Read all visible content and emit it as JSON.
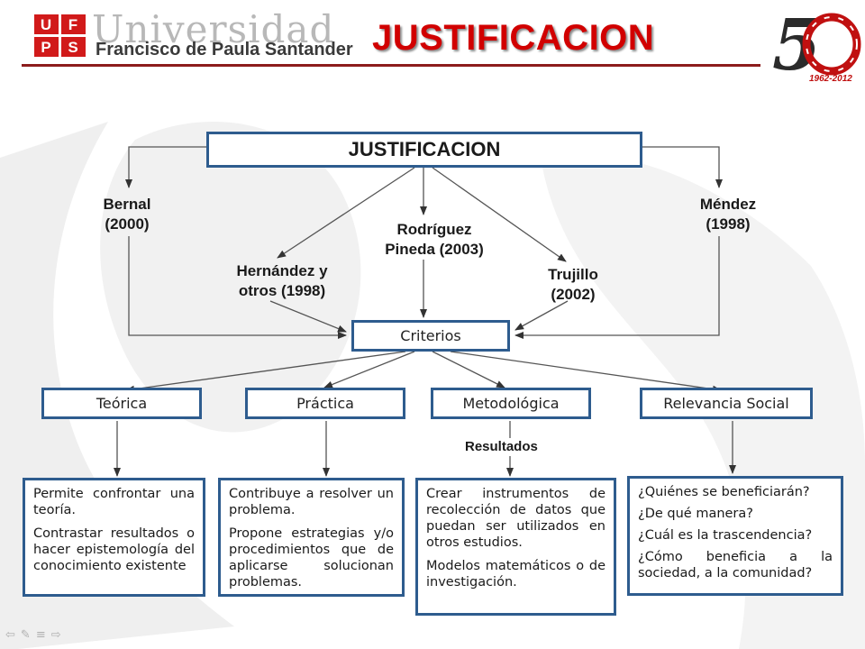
{
  "header": {
    "logo_letters": "UFPS",
    "university_name": "Universidad",
    "university_subtitle": "Francisco de Paula Santander",
    "title": "JUSTIFICACION",
    "anniversary_number": "50",
    "anniversary_years": "1962-2012"
  },
  "diagram": {
    "main": "JUSTIFICACION",
    "authors": {
      "bernal": [
        "Bernal",
        "(2000)"
      ],
      "hernandez": [
        "Hernández y",
        "otros (1998)"
      ],
      "rodriguez": [
        "Rodríguez",
        "Pineda (2003)"
      ],
      "trujillo": [
        "Trujillo",
        "(2002)"
      ],
      "mendez": [
        "Méndez",
        "(1998)"
      ]
    },
    "criterios": "Criterios",
    "categories": [
      "Teórica",
      "Práctica",
      "Metodológica",
      "Relevancia Social"
    ],
    "resultados_label": "Resultados",
    "details": {
      "teorica": [
        "Permite confrontar una teoría.",
        "Contrastar resultados o hacer epistemología del conocimiento existente"
      ],
      "practica": [
        "Contribuye a resolver un problema.",
        "Propone estrategias y/o procedimientos que de aplicarse solucionan problemas."
      ],
      "metodologica": [
        "Crear instrumentos de recolección de datos que puedan ser utilizados en otros estudios.",
        "Modelos matemáticos o de investigación."
      ],
      "social": [
        "¿Quiénes se beneficiarán?",
        "¿De qué manera?",
        "¿Cuál es la trascendencia?",
        "¿Cómo beneficia a la sociedad, a la comunidad?"
      ]
    }
  },
  "colors": {
    "title_red": "#d10000",
    "box_border": "#2e5c8e",
    "rule": "#8c1c1c"
  },
  "nav_icons": [
    "prev-icon",
    "pen-icon",
    "menu-icon",
    "next-icon"
  ]
}
